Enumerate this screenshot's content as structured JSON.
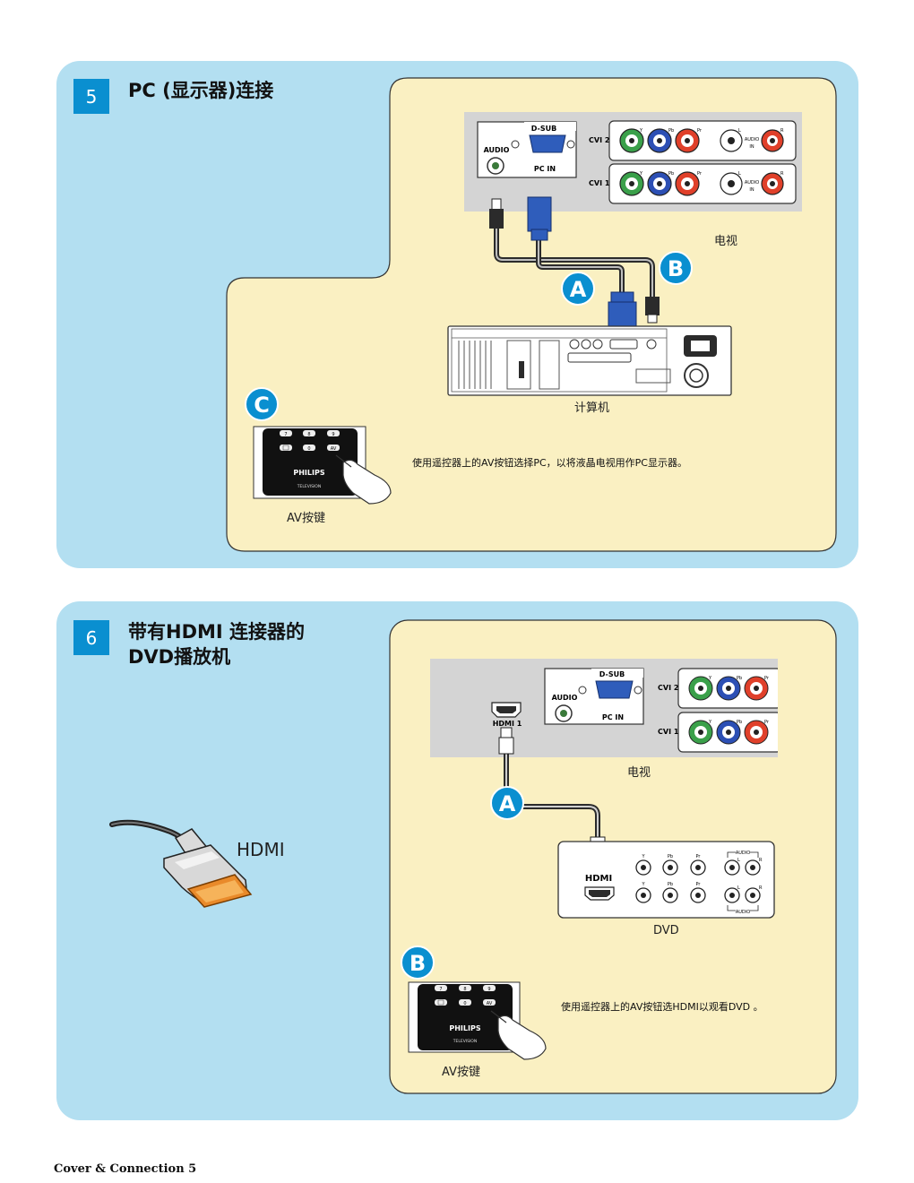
{
  "section5": {
    "number": "5",
    "title": "PC (显示器)连接",
    "tv_panel": {
      "dsub": "D-SUB",
      "audio": "AUDIO",
      "pc_in": "PC IN",
      "cvi2": "CVI 2",
      "cvi1": "CVI 1",
      "y": "Y",
      "pb": "Pb",
      "pr": "Pr",
      "l": "L",
      "r": "R",
      "audio_in_top": "AUDIO",
      "audio_in_bottom": "IN"
    },
    "tv_caption": "电视",
    "computer_caption": "计算机",
    "badge_a": "A",
    "badge_b": "B",
    "badge_c": "C",
    "remote": {
      "k7": "7",
      "k8": "8",
      "k9": "9",
      "k0": "0",
      "kav": "AV",
      "brand": "PHILIPS",
      "sub": "TELEVISION"
    },
    "av_caption": "AV按键",
    "instruction": "使用遥控器上的AV按钮选择PC，以将液晶电视用作PC显示器。"
  },
  "section6": {
    "number": "6",
    "title_line1": "带有HDMI 连接器的",
    "title_line2": "DVD播放机",
    "tv_panel": {
      "hdmi1": "HDMI 1",
      "dsub": "D-SUB",
      "audio": "AUDIO",
      "pc_in": "PC IN",
      "cvi2": "CVI 2",
      "cvi1": "CVI 1",
      "y": "Y",
      "pb": "Pb",
      "pr": "Pr"
    },
    "tv_caption": "电视",
    "badge_a": "A",
    "dvd_panel": {
      "hdmi": "HDMI",
      "y": "Y",
      "pb": "Pb",
      "pr": "Pr",
      "audio": "AUDIO",
      "l": "L",
      "r": "R"
    },
    "dvd_caption": "DVD",
    "hdmi_label": "HDMI",
    "badge_b": "B",
    "remote": {
      "k7": "7",
      "k8": "8",
      "k9": "9",
      "k0": "0",
      "kav": "AV",
      "brand": "PHILIPS",
      "sub": "TELEVISION"
    },
    "av_caption": "AV按键",
    "instruction": "使用遥控器上的AV按钮选HDMI以观看DVD 。"
  },
  "footer": "Cover & Connection 5",
  "colors": {
    "panel_blue": "#b3dff1",
    "cream": "#faf0c2",
    "badge_blue": "#0a8fd0",
    "tv_gray": "#d4d4d4",
    "cable_blue": "#1f4fa0",
    "jack_green": "#3aa04a",
    "jack_blue": "#2c4fb4",
    "jack_red": "#e0402a"
  }
}
